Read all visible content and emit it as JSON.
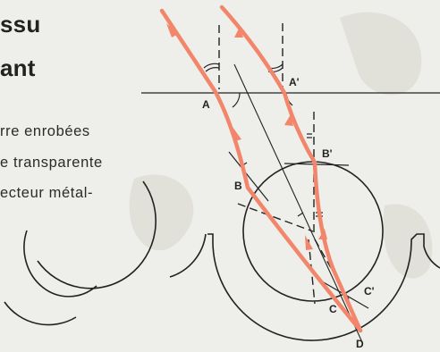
{
  "title_fragments": [
    "ssu",
    "ant"
  ],
  "text_lines": [
    "rre enrobées",
    "e transparente",
    "ecteur métal-"
  ],
  "point_labels": {
    "A": "A",
    "A_prime": "A'",
    "B": "B",
    "B_prime": "B'",
    "C": "C",
    "C_prime": "C'",
    "D": "D"
  },
  "colors": {
    "background": "#eeeeea",
    "ray": "#f2866b",
    "ink": "#222222",
    "watermark": "#e1e1da"
  }
}
